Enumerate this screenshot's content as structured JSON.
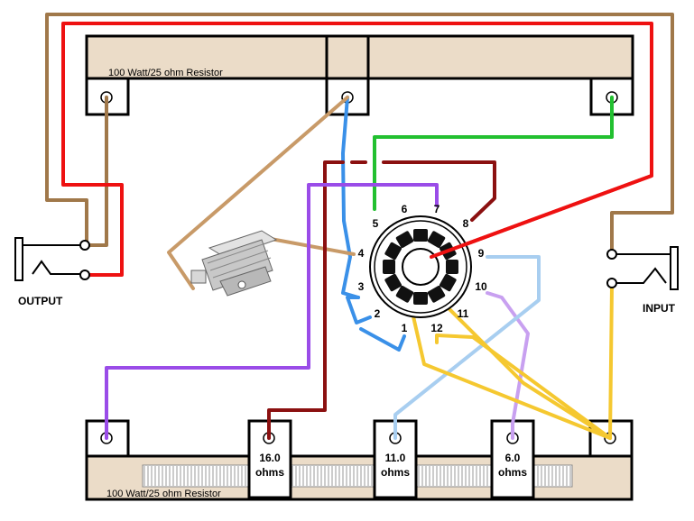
{
  "resistor_top": {
    "label": "100 Watt/25 ohm Resistor"
  },
  "resistor_bottom": {
    "label": "100 Watt/25 ohm Resistor"
  },
  "jacks": {
    "output_label": "OUTPUT",
    "input_label": "INPUT"
  },
  "switch": {
    "pins": [
      "1",
      "2",
      "3",
      "4",
      "5",
      "6",
      "7",
      "8",
      "9",
      "10",
      "11",
      "12"
    ]
  },
  "taps": {
    "tap_16": {
      "value": "16.0",
      "unit": "ohms"
    },
    "tap_11": {
      "value": "11.0",
      "unit": "ohms"
    },
    "tap_6": {
      "value": "6.0",
      "unit": "ohms"
    }
  },
  "colors": {
    "resistor_body": "#ebdcc8",
    "wire_brown": "#a0784a",
    "wire_red": "#ee1111",
    "wire_green": "#22c030",
    "wire_blue": "#3a90e8",
    "wire_tan": "#c89a68",
    "wire_dark_red": "#8b1010",
    "wire_purple": "#9a4ce8",
    "wire_light_purple": "#c8a0f0",
    "wire_light_blue": "#a8cef0",
    "wire_yellow": "#f5c830"
  }
}
